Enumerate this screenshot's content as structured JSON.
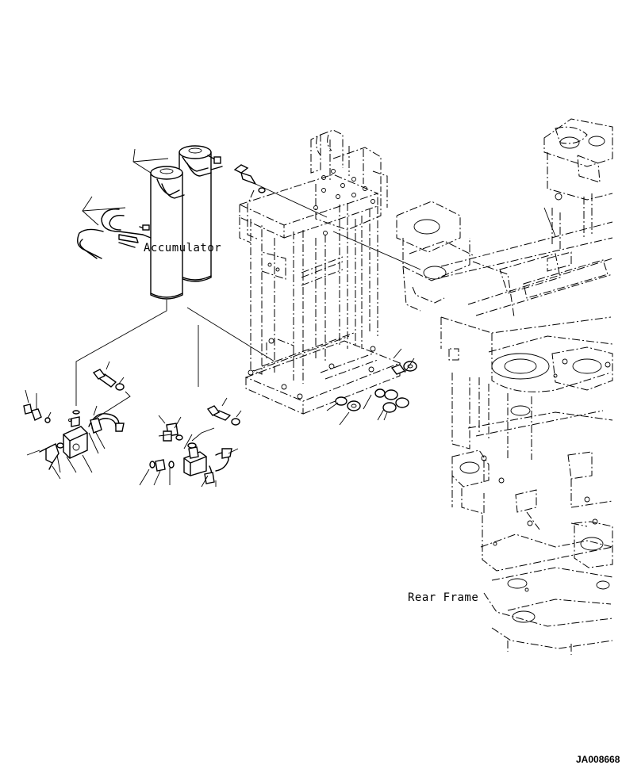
{
  "labels": {
    "accumulator": "Accumulator",
    "rear_frame": "Rear Frame",
    "drawing_code": "JA008668"
  }
}
